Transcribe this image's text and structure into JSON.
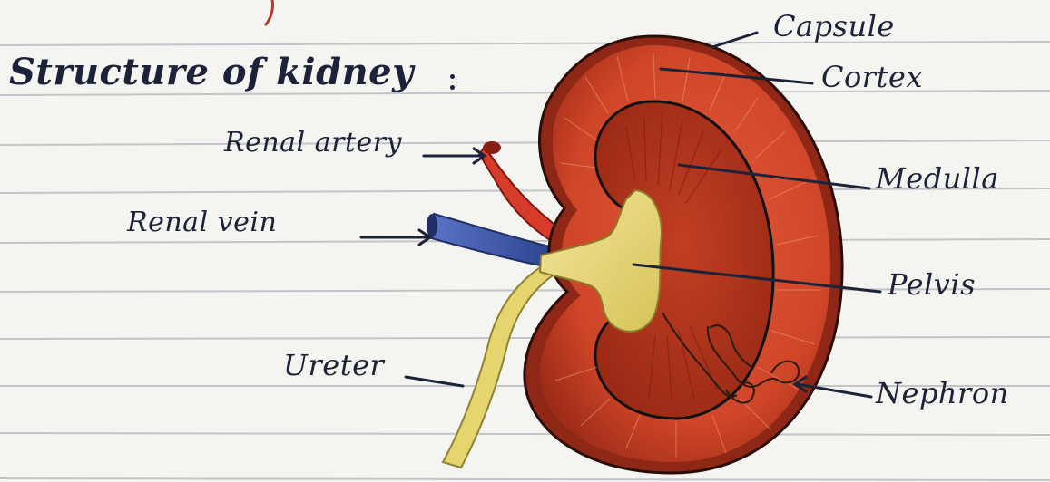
{
  "title": "Structure of kidney",
  "labels": {
    "capsule": "Capsule",
    "cortex": "Cortex",
    "medulla": "Medulla",
    "pelvis": "Pelvis",
    "nephron": "Nephron",
    "renal_artery": "Renal artery",
    "renal_vein": "Renal vein",
    "ureter": "Ureter"
  },
  "colors": {
    "ink": "#1c2238",
    "cortex": "#d0452a",
    "medulla": "#b8361f",
    "pelvis": "#e8d677",
    "artery": "#d23a2a",
    "vein": "#3b55a8",
    "ruled_line": "#c9c9cc"
  }
}
